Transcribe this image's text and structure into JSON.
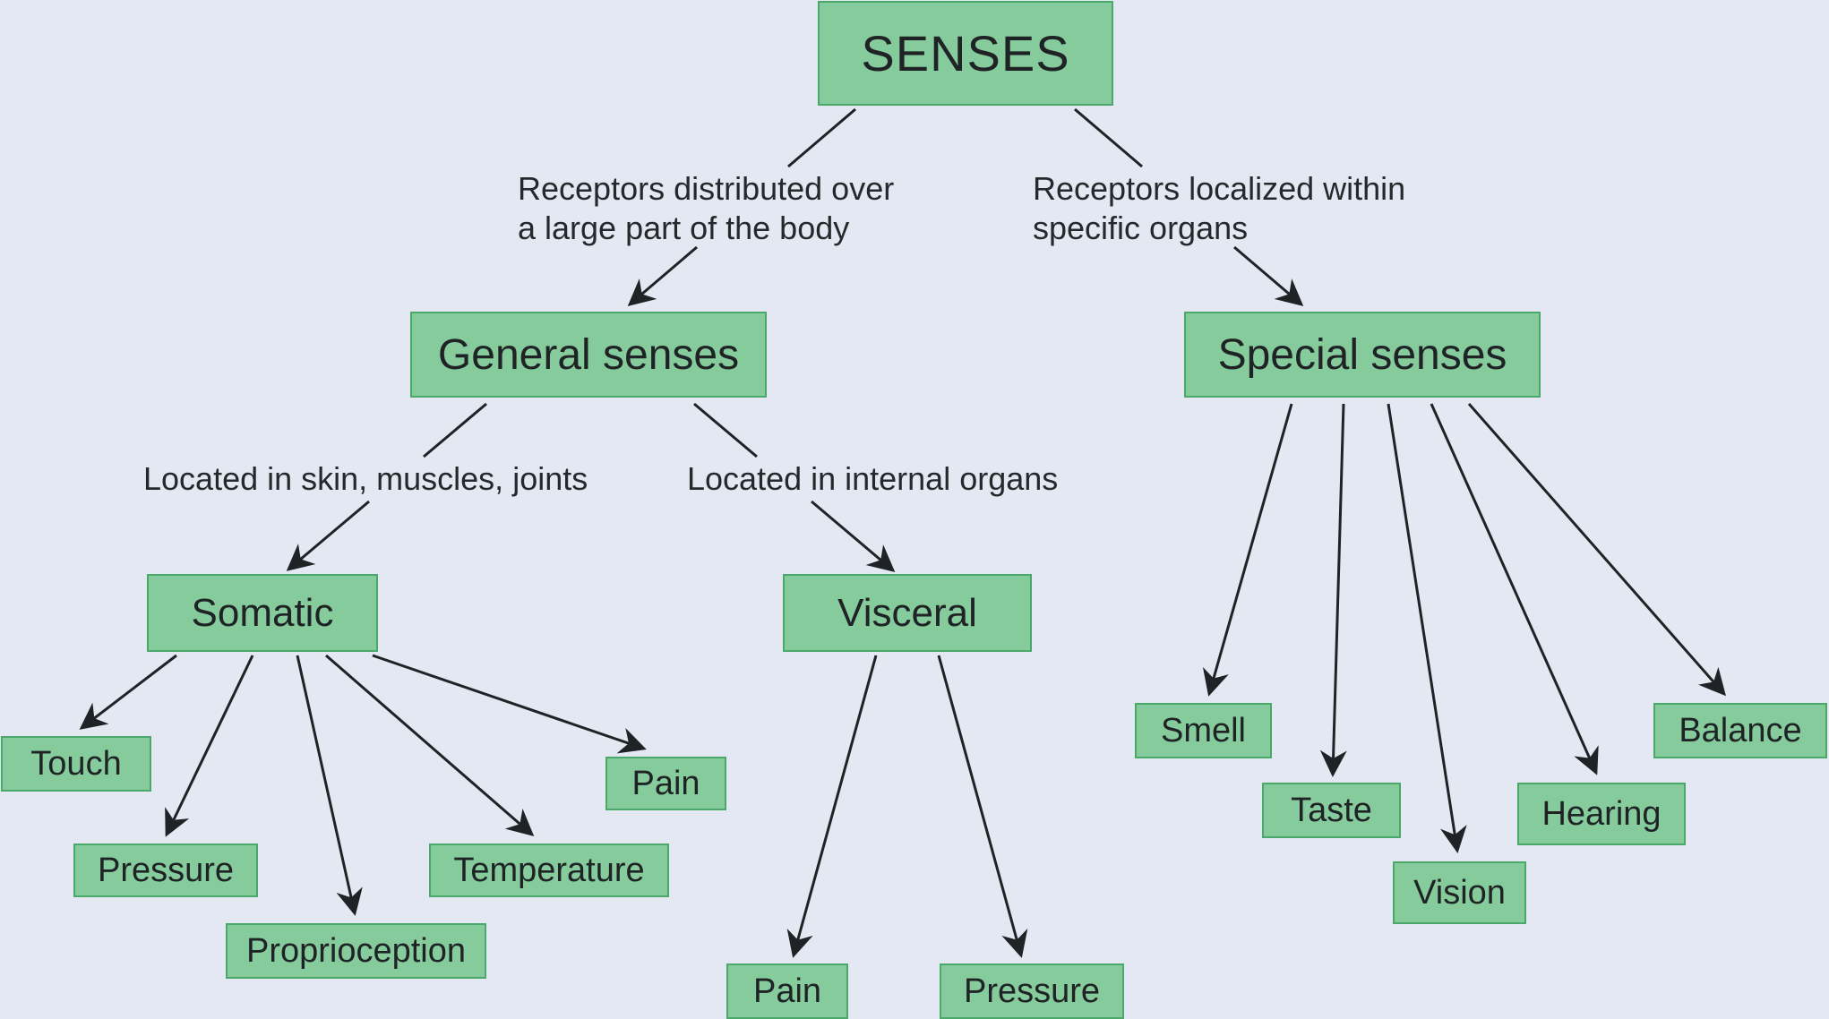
{
  "root": {
    "label": "SENSES"
  },
  "branches": {
    "general": {
      "edge_label": [
        "Receptors distributed over",
        "a large part of the body"
      ],
      "title": "General senses",
      "somatic": {
        "edge_label": "Located in skin, muscles, joints",
        "title": "Somatic",
        "items": [
          "Touch",
          "Pressure",
          "Proprioception",
          "Temperature",
          "Pain"
        ]
      },
      "visceral": {
        "edge_label": "Located in internal organs",
        "title": "Visceral",
        "items": [
          "Pain",
          "Pressure"
        ]
      }
    },
    "special": {
      "edge_label": [
        "Receptors localized within",
        "specific organs"
      ],
      "title": "Special senses",
      "items": [
        "Smell",
        "Taste",
        "Vision",
        "Hearing",
        "Balance"
      ]
    }
  },
  "colors": {
    "background": "#e3e8f2",
    "box_fill": "#85cb9c",
    "box_border": "#4aa86a",
    "arrow": "#1f2326",
    "text": "#1f2326"
  }
}
